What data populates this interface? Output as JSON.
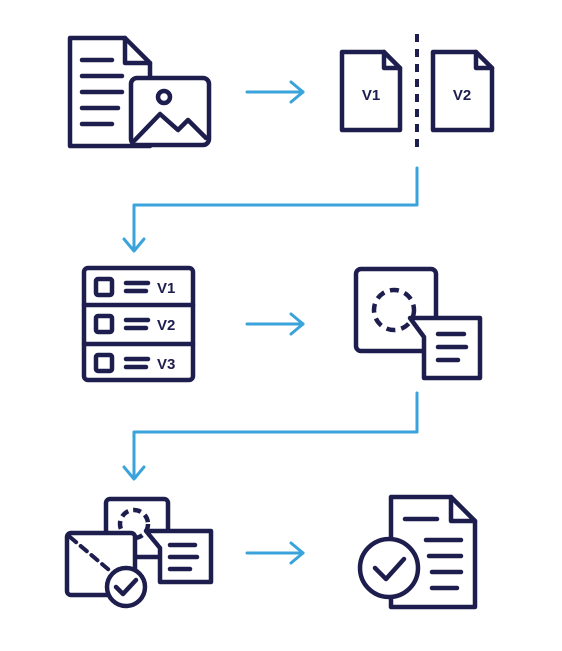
{
  "colors": {
    "ink": "#1d1d4e",
    "flow": "#3aa3dc",
    "background": "#ffffff"
  },
  "version_split": {
    "left_label": "V1",
    "right_label": "V2"
  },
  "checklist": {
    "items": [
      "V1",
      "V2",
      "V3"
    ]
  },
  "icons": [
    "document-with-image-icon",
    "split-versions-icon",
    "version-checklist-icon",
    "selection-comment-icon",
    "merged-review-icon",
    "approved-document-icon"
  ]
}
